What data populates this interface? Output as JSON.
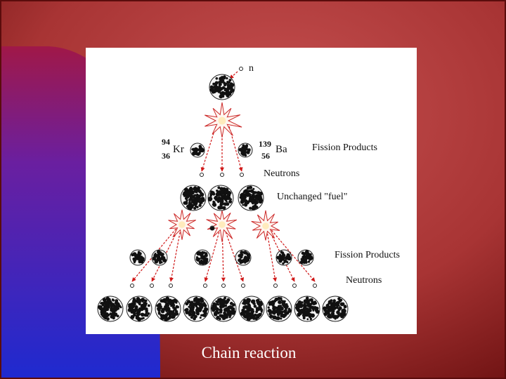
{
  "slide": {
    "caption": "Chain reaction",
    "colors": {
      "background_red": "#a83434",
      "background_blue": "#3a1fb5",
      "arrow": "#d01818",
      "star_outline": "#cc2a2a"
    }
  },
  "diagram": {
    "labels": {
      "neutron": "n",
      "fission_products_1": "Fission Products",
      "neutrons_1": "Neutrons",
      "unchanged_fuel": "Unchanged \"fuel\"",
      "fission_products_2": "Fission Products",
      "neutrons_2": "Neutrons"
    },
    "isotopes": {
      "krypton": {
        "mass": "94",
        "atomic": "36",
        "symbol": "Kr"
      },
      "barium": {
        "mass": "139",
        "atomic": "56",
        "symbol": "Ba"
      }
    }
  }
}
